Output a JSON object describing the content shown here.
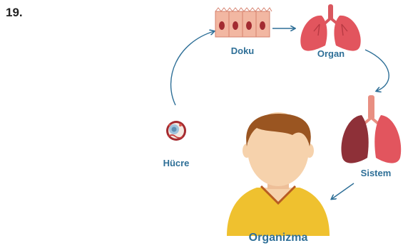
{
  "question_number": "19.",
  "stages": {
    "cell": "Hücre",
    "tissue": "Doku",
    "organ": "Organ",
    "system": "Sistem",
    "organism": "Organizma"
  },
  "colors": {
    "label": "#2e6f97",
    "arrow": "#2e6f97",
    "skin": "#f6d2ac",
    "hair": "#9a5521",
    "shirt": "#efc12f",
    "lung": "#e2555e",
    "lung_dark": "#8e3038"
  },
  "icons": {
    "cell": "cell-icon",
    "tissue": "tissue-icon",
    "organ": "lungs-organ-icon",
    "system": "respiratory-system-icon",
    "organism": "person-icon"
  }
}
